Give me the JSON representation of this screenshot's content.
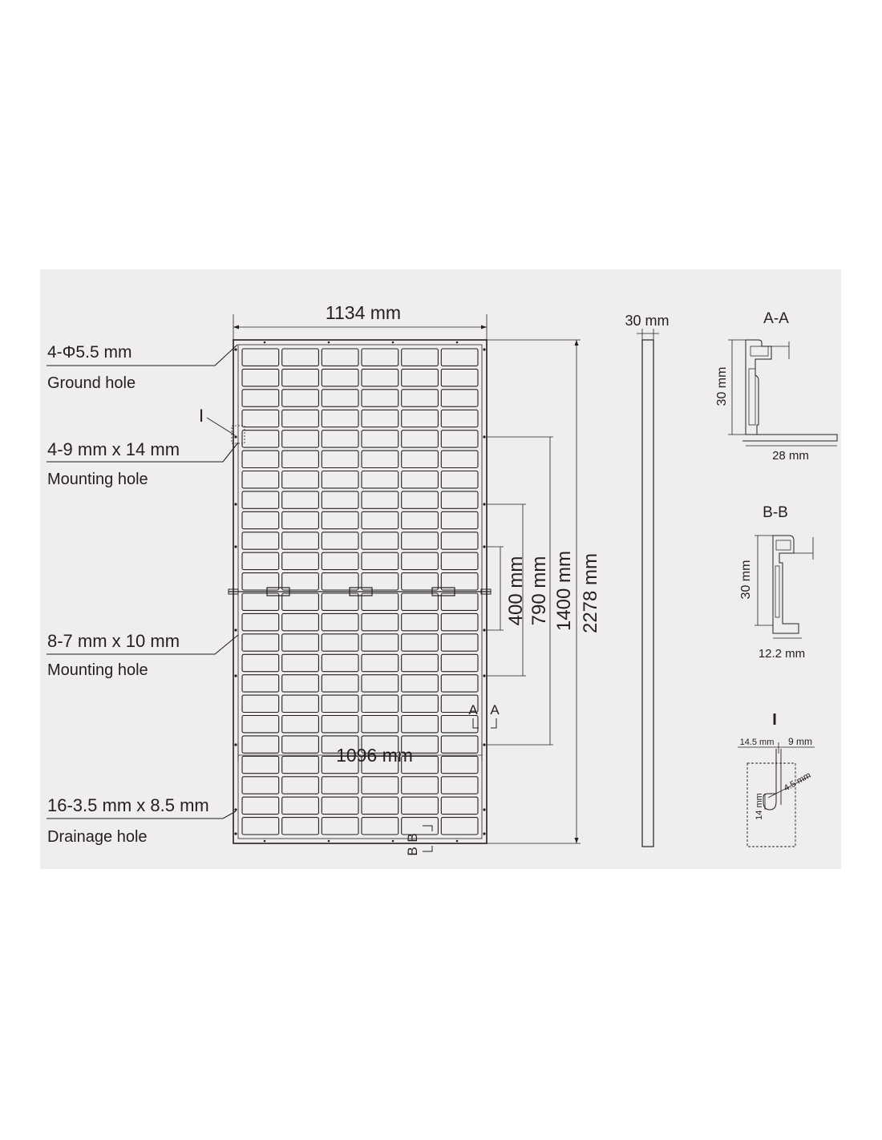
{
  "colors": {
    "background": "#efeeed",
    "ink": "#231f20",
    "page": "#ffffff"
  },
  "front": {
    "width_label": "1134 mm",
    "inner_width_label": "1096 mm",
    "dim_400": "400 mm",
    "dim_790": "790 mm",
    "dim_1400": "1400 mm",
    "dim_2278": "2278 mm",
    "section_a_left": "A",
    "section_a_right": "A",
    "section_b_left": "B",
    "section_b_right": "B",
    "detail_marker": "I",
    "cell_columns": 6,
    "cell_rows": 24
  },
  "callouts": [
    {
      "spec": "4-Φ5.5 mm",
      "desc": "Ground hole"
    },
    {
      "spec": "4-9 mm x 14 mm",
      "desc": "Mounting hole"
    },
    {
      "spec": "8-7 mm x 10 mm",
      "desc": "Mounting hole"
    },
    {
      "spec": "16-3.5 mm x 8.5 mm",
      "desc": "Drainage hole"
    }
  ],
  "side_view": {
    "thickness_label": "30 mm"
  },
  "section_aa": {
    "title": "A-A",
    "height_label": "30 mm",
    "width_label": "28 mm"
  },
  "section_bb": {
    "title": "B-B",
    "height_label": "30 mm",
    "width_label": "12.2 mm"
  },
  "detail_i": {
    "title": "I",
    "label_left": "14.5 mm",
    "label_right": "9 mm",
    "label_diag": "4.5 mm",
    "label_height": "14 mm"
  }
}
